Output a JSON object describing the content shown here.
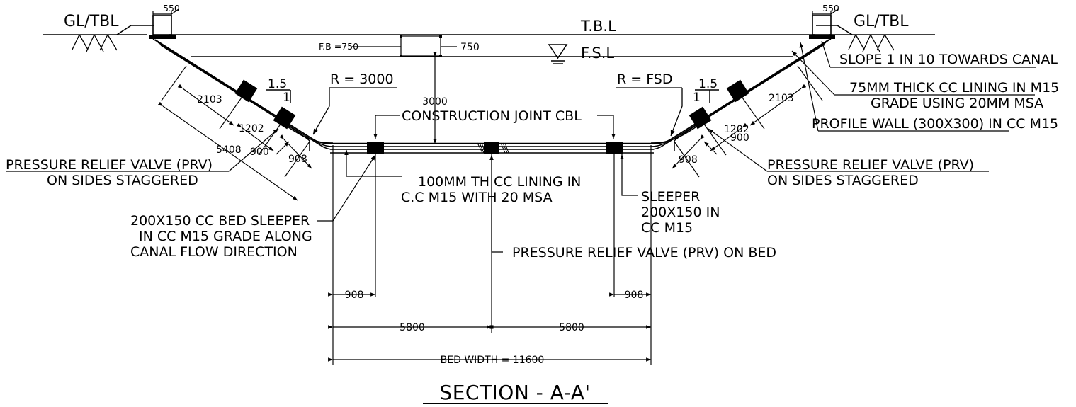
{
  "drawing": {
    "title": "SECTION - A-A'",
    "type": "canal-lining-cross-section"
  },
  "levels": {
    "gl_tbl_left": "GL/TBL",
    "gl_tbl_right": "GL/TBL",
    "tbl": "T.B.L",
    "fsl": "F.S.L"
  },
  "crest": {
    "left_width": "550",
    "right_width": "550"
  },
  "freeboard": {
    "label": "F.B =750",
    "value": "750"
  },
  "radius": {
    "left": "R = 3000",
    "right": "R = FSD"
  },
  "depth": {
    "value": "3000"
  },
  "slope": {
    "left_rise": "1.5",
    "left_run": "1",
    "right_rise": "1.5",
    "right_run": "1"
  },
  "left_slope_dims": {
    "d2103": "2103",
    "d1202": "1202",
    "d5408": "5408",
    "d900": "900",
    "d908": "908"
  },
  "right_slope_dims": {
    "d2103": "2103",
    "d1202": "1202",
    "d908": "908",
    "d900": "900"
  },
  "bed_dims": {
    "left_offset": "908",
    "right_offset": "908",
    "half_left": "5800",
    "half_right": "5800",
    "total": "BED WIDTH = 11600"
  },
  "notes": {
    "construction_joint": "CONSTRUCTION JOINT CBL",
    "prv_sides_left_l1": "PRESSURE RELIEF VALVE (PRV)",
    "prv_sides_left_l2": "ON SIDES STAGGERED",
    "prv_sides_right_l1": "PRESSURE RELIEF VALVE (PRV)",
    "prv_sides_right_l2": "ON SIDES STAGGERED",
    "bed_sleeper_l1": "200X150 CC BED SLEEPER",
    "bed_sleeper_l2": "IN CC M15 GRADE ALONG",
    "bed_sleeper_l3": "CANAL FLOW DIRECTION",
    "cc_lining_bed_l1": "100MM TH CC LINING IN",
    "cc_lining_bed_l2": "C.C M15 WITH 20 MSA",
    "sleeper_l1": "SLEEPER",
    "sleeper_l2": "200X150 IN",
    "sleeper_l3": "CC M15",
    "prv_on_bed": "PRESSURE RELIEF VALVE (PRV) ON BED",
    "slope_towards_canal": "SLOPE 1 IN 10 TOWARDS CANAL",
    "cc_lining_side_l1": "75MM THICK CC LINING IN M15",
    "cc_lining_side_l2": "GRADE USING 20MM MSA",
    "profile_wall": "PROFILE WALL (300X300) IN CC M15"
  },
  "colors": {
    "line": "#000000",
    "fill": "#000000",
    "background": "#ffffff"
  }
}
